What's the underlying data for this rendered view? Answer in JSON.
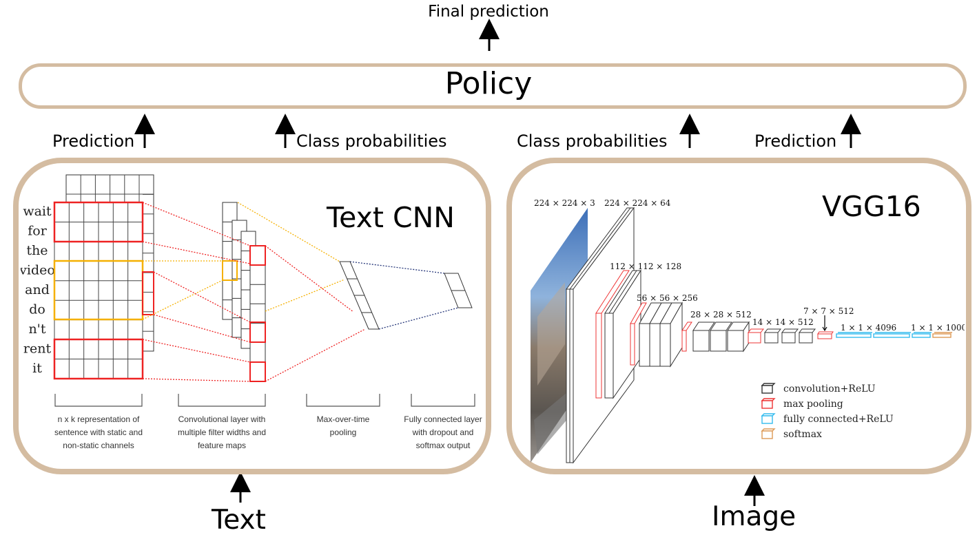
{
  "top": {
    "final_prediction": "Final prediction"
  },
  "policy": {
    "label": "Policy"
  },
  "left_branch": {
    "prediction": "Prediction",
    "class_probabilities": "Class probabilities",
    "panel_title": "Text CNN",
    "input_label": "Text",
    "words": [
      "wait",
      "for",
      "the",
      "video",
      "and",
      "do",
      "n't",
      "rent",
      "it"
    ],
    "captions": [
      [
        "n x k representation of",
        "sentence with static and",
        "non-static channels"
      ],
      [
        "Convolutional layer with",
        "multiple filter widths and",
        "feature maps"
      ],
      [
        "Max-over-time",
        "pooling"
      ],
      [
        "Fully connected layer",
        "with dropout and",
        "softmax output"
      ]
    ]
  },
  "right_branch": {
    "class_probabilities": "Class probabilities",
    "prediction": "Prediction",
    "panel_title": "VGG16",
    "input_label": "Image",
    "layer_dims": [
      "224 × 224 × 3",
      "224 × 224 × 64",
      "112 × 112 × 128",
      "56 × 56 × 256",
      "28 × 28 × 512",
      "14 × 14 × 512",
      "7 × 7 × 512",
      "1 × 1 × 4096",
      "1 × 1 × 1000"
    ],
    "legend": [
      {
        "label": "convolution+ReLU",
        "color": "#333333"
      },
      {
        "label": "max pooling",
        "color": "#ee3333"
      },
      {
        "label": "fully connected+ReLU",
        "color": "#33bbee"
      },
      {
        "label": "softmax",
        "color": "#dd9955"
      }
    ]
  },
  "colors": {
    "panel_border": "#d4bca1",
    "red": "#ee2222",
    "yellow": "#f5b000",
    "navy": "#223377"
  }
}
